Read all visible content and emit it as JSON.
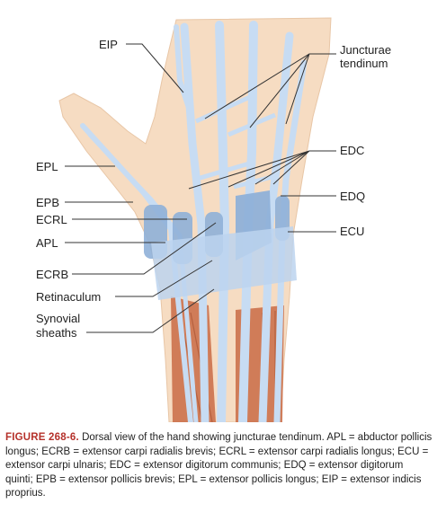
{
  "labels": {
    "eip": "EIP",
    "juncturae_1": "Juncturae",
    "juncturae_2": "tendinum",
    "edc": "EDC",
    "epl": "EPL",
    "epb": "EPB",
    "edq": "EDQ",
    "ecrl": "ECRL",
    "ecu": "ECU",
    "apl": "APL",
    "ecrb": "ECRB",
    "retinaculum": "Retinaculum",
    "synovial_1": "Synovial",
    "synovial_2": "sheaths"
  },
  "caption": {
    "figure_label": "FIGURE 268-6.",
    "text": "Dorsal view of the hand showing juncturae tendinum. APL = abductor pollicis longus; ECRB = extensor carpi radialis brevis; ECRL = extensor carpi radialis longus; ECU = extensor carpi ulnaris; EDC = extensor digitorum communis; EDQ = extensor digitorum quinti; EPB = extensor pollicis brevis; EPL = extensor pollicis longus; EIP = extensor indicis proprius."
  },
  "colors": {
    "skin": "#f6dcc2",
    "tendon": "#c7dcf3",
    "tendon_dark": "#8fb0d8",
    "muscle": "#c96b45",
    "caption_accent": "#b5312a"
  }
}
